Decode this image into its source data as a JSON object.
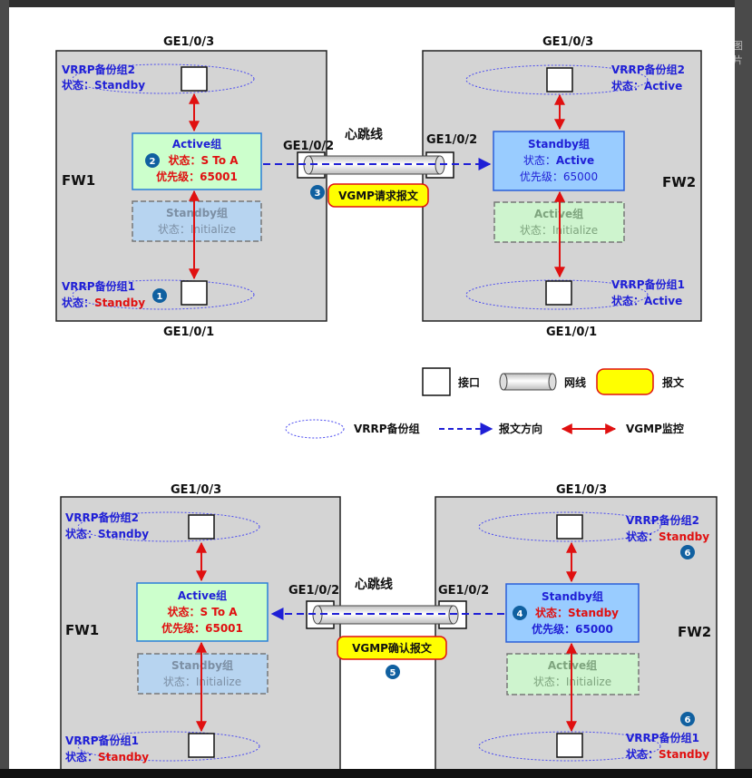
{
  "side_label": "图片",
  "top": {
    "fw1": {
      "name": "FW1",
      "port_top": "GE1/0/3",
      "port_bottom": "GE1/0/1",
      "port_link": "GE1/0/2",
      "vrrp2_name": "VRRP备份组2",
      "vrrp2_state_label": "状态：",
      "vrrp2_state": "Standby",
      "vrrp1_name": "VRRP备份组1",
      "vrrp1_state_label": "状态：",
      "vrrp1_state": "Standby",
      "active_group": {
        "title": "Active组",
        "state": "状态：S To A",
        "priority": "优先级：65001"
      },
      "ghost_group": {
        "title": "Standby组",
        "state": "状态：Initialize"
      }
    },
    "fw2": {
      "name": "FW2",
      "port_top": "GE1/0/3",
      "port_bottom": "GE1/0/1",
      "port_link": "GE1/0/2",
      "vrrp2_name": "VRRP备份组2",
      "vrrp2_state": "状态：Active",
      "vrrp1_name": "VRRP备份组1",
      "vrrp1_state": "状态：Active",
      "standby_group": {
        "title": "Standby组",
        "state_label": "状态：",
        "state": "Active",
        "priority": "优先级：65000"
      },
      "ghost_group": {
        "title": "Active组",
        "state": "状态：Initialize"
      }
    },
    "heartbeat": "心跳线",
    "message": "VGMP请求报文",
    "step_1": "1",
    "step_2": "2",
    "step_3": "3"
  },
  "legend": {
    "interface": "接口",
    "cable": "网线",
    "message": "报文",
    "vrrp_group": "VRRP备份组",
    "direction": "报文方向",
    "vgmp_monitor": "VGMP监控"
  },
  "bottom": {
    "fw1": {
      "name": "FW1",
      "port_top": "GE1/0/3",
      "port_link": "GE1/0/2",
      "vrrp2_name": "VRRP备份组2",
      "vrrp2_state_label": "状态：",
      "vrrp2_state": "Standby",
      "vrrp1_name": "VRRP备份组1",
      "vrrp1_state_label": "状态：",
      "vrrp1_state": "Standby",
      "active_group": {
        "title": "Active组",
        "state": "状态：S To A",
        "priority": "优先级：65001"
      },
      "ghost_group": {
        "title": "Standby组",
        "state": "状态：Initialize"
      }
    },
    "fw2": {
      "name": "FW2",
      "port_top": "GE1/0/3",
      "port_link": "GE1/0/2",
      "vrrp2_name": "VRRP备份组2",
      "vrrp2_state_label": "状态：",
      "vrrp2_state": "Standby",
      "vrrp1_name": "VRRP备份组1",
      "vrrp1_state_label": "状态：",
      "vrrp1_state": "Standby",
      "standby_group": {
        "title": "Standby组",
        "state": "状态：Standby",
        "priority": "优先级：65000"
      },
      "ghost_group": {
        "title": "Active组",
        "state": "状态：Initialize"
      }
    },
    "heartbeat": "心跳线",
    "message": "VGMP确认报文",
    "step_4": "4",
    "step_5": "5",
    "step_6a": "6",
    "step_6b": "6"
  },
  "colors": {
    "blue_text": "#1f1fd6",
    "red_text": "#e01010",
    "device_fill": "#d4d4d4",
    "active_fill": "#ccffcc",
    "standby_fill": "#99ccff",
    "message_fill": "#ffff00",
    "step_circle": "#1060a0"
  }
}
